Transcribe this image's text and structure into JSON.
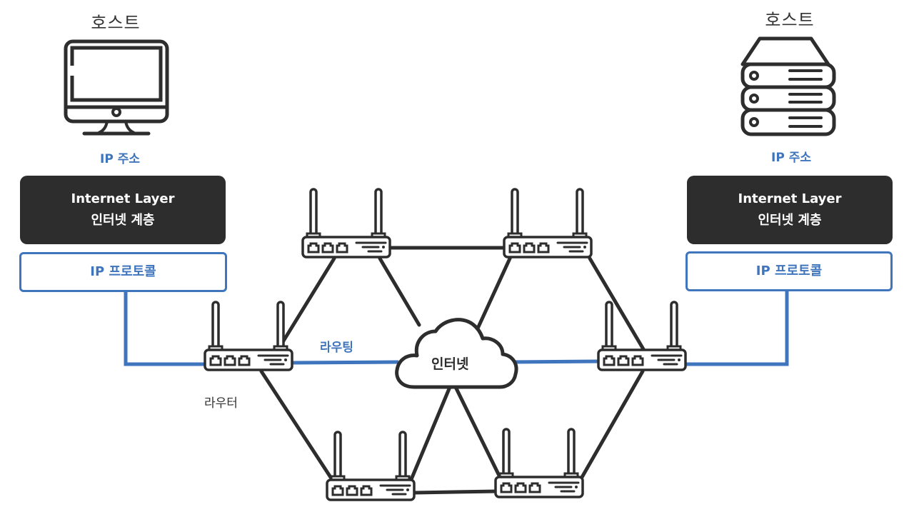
{
  "colors": {
    "dark": "#2d2d2d",
    "accent_blue": "#3f75bd",
    "text": "#333333",
    "background": "#ffffff"
  },
  "left_host": {
    "title": "호스트",
    "icon": "desktop-monitor-icon",
    "address_label": "IP 주소",
    "layer_title_en": "Internet Layer",
    "layer_title_ko": "인터넷 계층",
    "protocol_label": "IP 프로토콜"
  },
  "right_host": {
    "title": "호스트",
    "icon": "server-stack-icon",
    "address_label": "IP 주소",
    "layer_title_en": "Internet Layer",
    "layer_title_ko": "인터넷 계층",
    "protocol_label": "IP 프로토콜"
  },
  "network": {
    "cloud_label": "인터넷",
    "routing_label": "라우팅",
    "router_label": "라우터",
    "router_icon": "wifi-router-icon",
    "routers": [
      {
        "id": "left"
      },
      {
        "id": "top-left"
      },
      {
        "id": "top-right"
      },
      {
        "id": "right"
      },
      {
        "id": "bottom-left"
      },
      {
        "id": "bottom-right"
      }
    ],
    "links": [
      {
        "from": "left",
        "to": "top-left",
        "type": "network"
      },
      {
        "from": "left",
        "to": "bottom-left",
        "type": "network"
      },
      {
        "from": "top-left",
        "to": "top-right",
        "type": "network"
      },
      {
        "from": "top-left",
        "to": "cloud",
        "type": "network"
      },
      {
        "from": "top-right",
        "to": "cloud",
        "type": "network"
      },
      {
        "from": "top-right",
        "to": "right",
        "type": "network"
      },
      {
        "from": "right",
        "to": "bottom-right",
        "type": "network"
      },
      {
        "from": "bottom-left",
        "to": "bottom-right",
        "type": "network"
      },
      {
        "from": "cloud",
        "to": "bottom-left",
        "type": "network"
      },
      {
        "from": "cloud",
        "to": "bottom-right",
        "type": "network"
      },
      {
        "from": "left",
        "to": "cloud",
        "type": "routing"
      },
      {
        "from": "cloud",
        "to": "right",
        "type": "routing"
      },
      {
        "from": "left-host-protocol",
        "to": "left",
        "type": "routing"
      },
      {
        "from": "right-host-protocol",
        "to": "right",
        "type": "routing"
      }
    ]
  }
}
